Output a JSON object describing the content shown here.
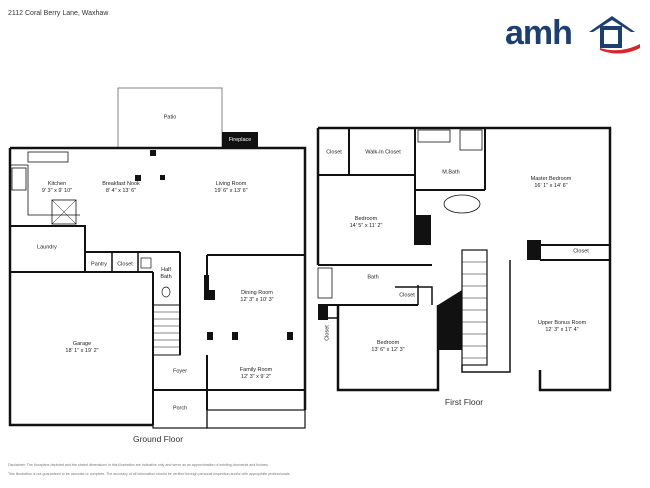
{
  "header": {
    "address": "2112 Coral Berry Lane, Waxhaw",
    "logo": {
      "text": "amh",
      "text_color": "#1c3f73",
      "accent_color": "#d9252a",
      "icon": "house-roof-icon"
    }
  },
  "ground_floor": {
    "label": "Ground Floor",
    "rooms": [
      {
        "name": "Patio",
        "dims": ""
      },
      {
        "name": "Fireplace",
        "dims": ""
      },
      {
        "name": "Kitchen",
        "dims": "9' 3\" x 9' 10\""
      },
      {
        "name": "Breakfast Nook",
        "dims": "8' 4\" x 13' 6\""
      },
      {
        "name": "Living Room",
        "dims": "19' 6\" x 13' 6\""
      },
      {
        "name": "Laundry",
        "dims": ""
      },
      {
        "name": "Pantry",
        "dims": ""
      },
      {
        "name": "Closet",
        "dims": ""
      },
      {
        "name": "Half Bath",
        "dims": ""
      },
      {
        "name": "Dining Room",
        "dims": "12' 3\" x 10' 3\""
      },
      {
        "name": "Garage",
        "dims": "18' 1\" x 19' 2\""
      },
      {
        "name": "Foyer",
        "dims": ""
      },
      {
        "name": "Family Room",
        "dims": "12' 3\" x 9' 2\""
      },
      {
        "name": "Porch",
        "dims": ""
      }
    ]
  },
  "first_floor": {
    "label": "First Floor",
    "rooms": [
      {
        "name": "Closet",
        "dims": ""
      },
      {
        "name": "Walk-In Closet",
        "dims": ""
      },
      {
        "name": "M.Bath",
        "dims": ""
      },
      {
        "name": "Master Bedroom",
        "dims": "16' 1\" x 14' 6\""
      },
      {
        "name": "Bedroom",
        "dims": "14' 5\" x 11' 2\""
      },
      {
        "name": "Closet",
        "dims": ""
      },
      {
        "name": "Bath",
        "dims": ""
      },
      {
        "name": "Closet",
        "dims": ""
      },
      {
        "name": "Closet",
        "dims": ""
      },
      {
        "name": "Bedroom",
        "dims": "13' 6\" x 12' 3\""
      },
      {
        "name": "Upper Bonus Room",
        "dims": "12' 3\" x 17' 4\""
      }
    ]
  },
  "disclaimer": {
    "line1": "Disclaimer: The floorplans depicted and the stated dimensions in this illustration are indicative only and serve as an approximation of existing docments and fixtures.",
    "line2": "This illustration is not guaranteed to be accurate or complete. The accuracy of all information should be verified through personal inspection and/or with appropriate professionals."
  }
}
